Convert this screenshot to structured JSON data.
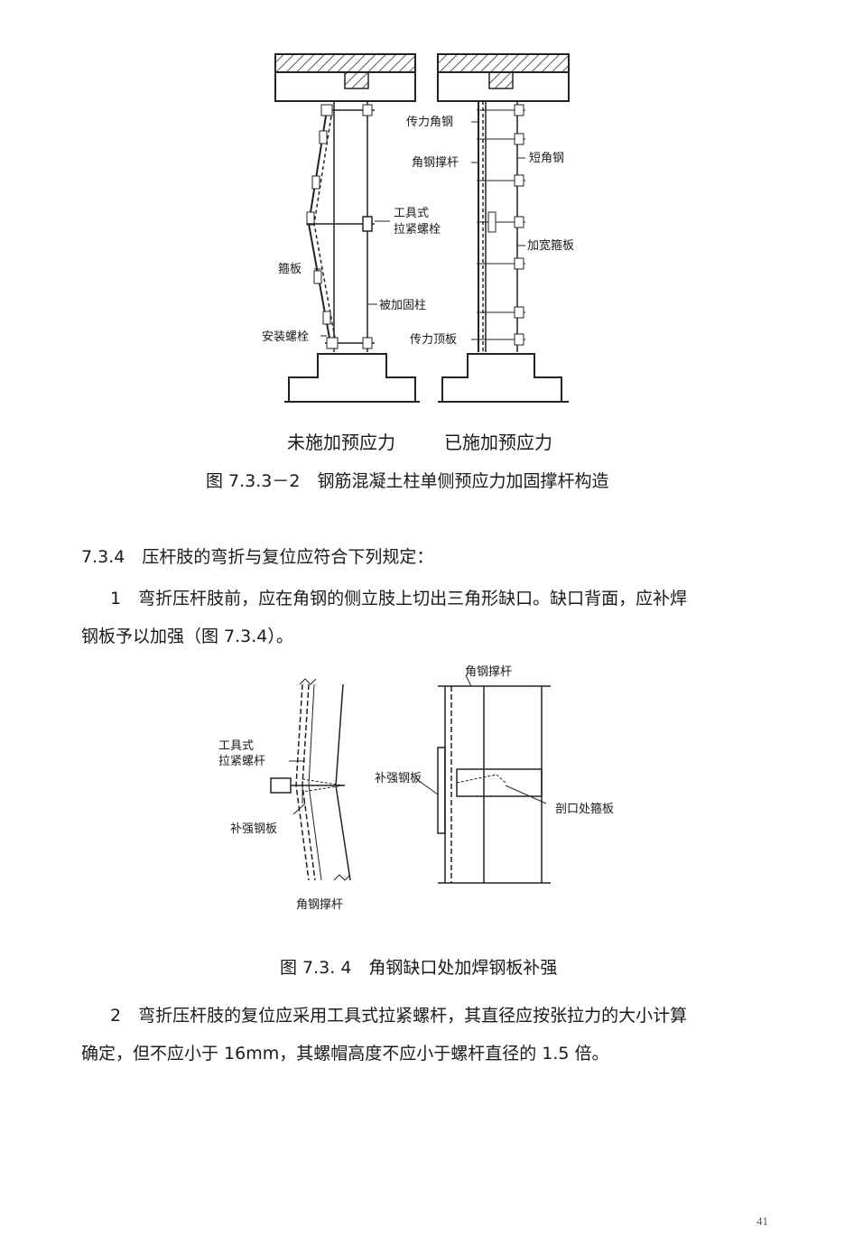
{
  "figure1": {
    "labels": {
      "transfer_angle": "传力角钢",
      "angle_strut": "角钢撑杆",
      "short_angle": "短角钢",
      "tool_bolt_line1": "工具式",
      "tool_bolt_line2": "拉紧螺栓",
      "widened_plate": "加宽箍板",
      "hoop_plate": "箍板",
      "reinforced_column": "被加固柱",
      "install_bolt": "安装螺栓",
      "transfer_top_plate": "传力顶板"
    },
    "sub_left": "未施加预应力",
    "sub_right": "已施加预应力",
    "caption": "图 7.3.3－2　钢筋混凝土柱单侧预应力加固撑杆构造"
  },
  "section": {
    "heading": "7.3.4　压杆肢的弯折与复位应符合下列规定：",
    "item1_line1": "1　弯折压杆肢前，应在角钢的侧立肢上切出三角形缺口。缺口背面，应补焊",
    "item1_line2": "钢板予以加强（图 7.3.4）。",
    "item2_line1": "2　弯折压杆肢的复位应采用工具式拉紧螺杆，其直径应按张拉力的大小计算",
    "item2_line2": "确定，但不应小于 16mm，其螺帽高度不应小于螺杆直径的 1.5 倍。"
  },
  "figure2": {
    "labels": {
      "tool_rod_line1": "工具式",
      "tool_rod_line2": "拉紧螺杆",
      "reinforce_plate_left": "补强钢板",
      "angle_strut_bottom": "角钢撑杆",
      "angle_strut_top": "角钢撑杆",
      "reinforce_plate_right": "补强钢板",
      "cut_hoop_plate": "剖口处箍板"
    },
    "caption": "图 7.3. 4　角钢缺口处加焊钢板补强"
  },
  "page_number": "41"
}
